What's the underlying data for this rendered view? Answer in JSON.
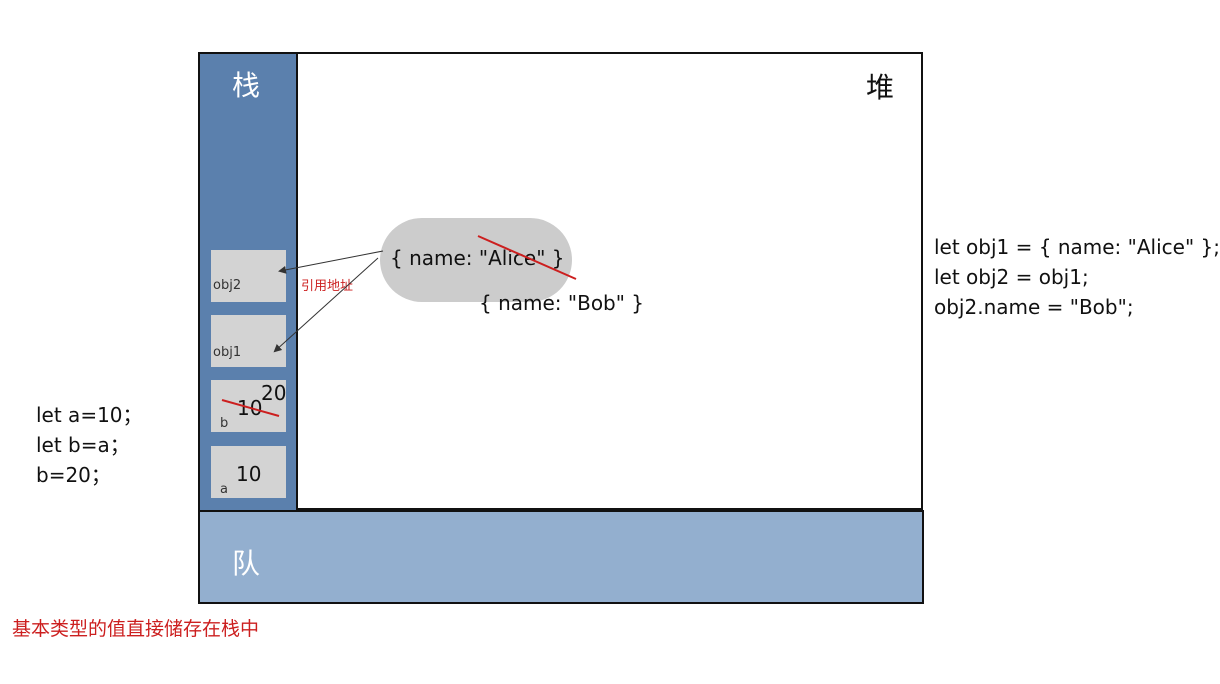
{
  "labels": {
    "stack": "栈",
    "heap": "堆",
    "queue": "队",
    "ref_address": "引用地址"
  },
  "stack_slots": {
    "obj2": {
      "name": "obj2"
    },
    "obj1": {
      "name": "obj1"
    },
    "b": {
      "name": "b",
      "old_value": "10",
      "new_value": "20"
    },
    "a": {
      "name": "a",
      "value": "10"
    }
  },
  "heap_object": {
    "original": "{ name: \"Alice\" }",
    "updated": "{ name: \"Bob\" }"
  },
  "code_primitive": [
    "let a=10；",
    "let b=a；",
    "b=20；"
  ],
  "code_reference": [
    "let obj1 = { name: \"Alice\" };",
    "let obj2 = obj1;",
    "obj2.name = \"Bob\";"
  ],
  "caption": "基本类型的值直接储存在栈中",
  "colors": {
    "stack": "#5b80ad",
    "queue": "#93afcf",
    "slot": "#d3d3d3",
    "heap_blob": "#cccccc",
    "strike": "#cc1f1f"
  }
}
